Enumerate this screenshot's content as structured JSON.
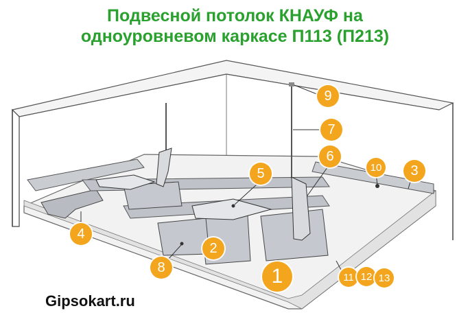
{
  "title": {
    "line1": "Подвесной потолок КНАУФ на",
    "line2": "одноуровневом каркасе П113 (П213)"
  },
  "watermark": "Gipsokart.ru",
  "callouts": [
    "1",
    "2",
    "3",
    "4",
    "5",
    "6",
    "7",
    "8",
    "9",
    "10",
    "11",
    "12",
    "13"
  ],
  "colors": {
    "title": "#2aa12f",
    "badge": "#f3a51e",
    "profile": "#c9ccd1",
    "board": "#f2f2f2"
  }
}
